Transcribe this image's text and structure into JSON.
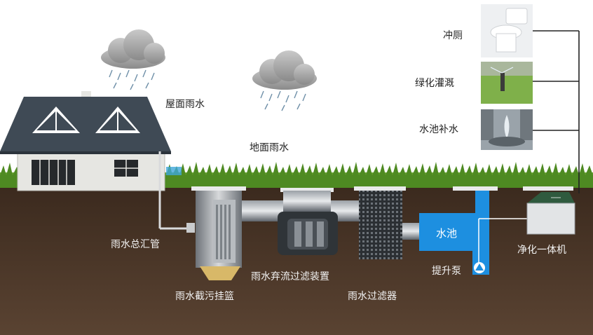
{
  "labels": {
    "roof_rain": "屋面雨水",
    "ground_rain": "地面雨水",
    "main_pipe": "雨水总汇管",
    "dirt_basket": "雨水截污挂篮",
    "diversion_filter": "雨水弃流过滤装置",
    "rain_filter": "雨水过滤器",
    "pool": "水池",
    "lift_pump": "提升泵",
    "purifier": "净化一体机",
    "toilet": "冲厕",
    "greening": "绿化灌溉",
    "pool_refill": "水池补水"
  },
  "colors": {
    "soil": "#4a3526",
    "grass": "#5f9a2e",
    "pool": "#1d8fe0",
    "roof": "#3f4a55",
    "wall": "#e6e6e2",
    "pipe": "#3a3f45",
    "line": "#222222"
  }
}
